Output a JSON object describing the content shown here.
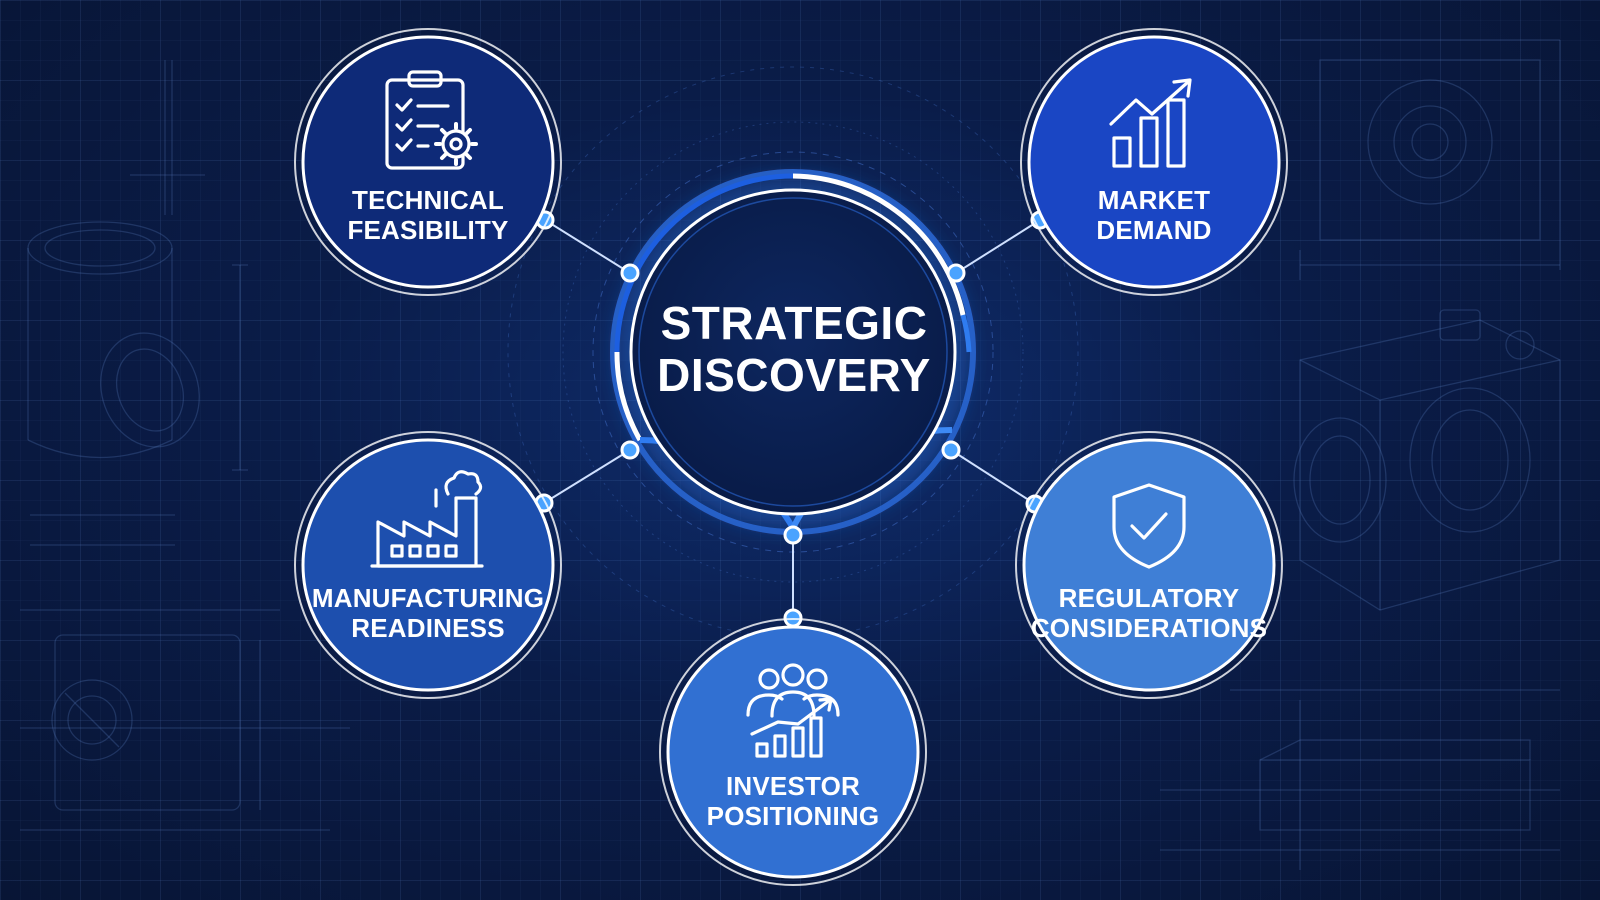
{
  "center": {
    "line1": "STRATEGIC",
    "line2": "DISCOVERY"
  },
  "nodes": {
    "technical_feasibility": {
      "line1": "TECHNICAL",
      "line2": "FEASIBILITY",
      "icon": "clipboard-checklist-gear-icon",
      "fill": "#0e2a78"
    },
    "market_demand": {
      "line1": "MARKET",
      "line2": "DEMAND",
      "icon": "bar-chart-trend-arrow-icon",
      "fill": "#1a46c4"
    },
    "manufacturing_readiness": {
      "line1": "MANUFACTURING",
      "line2": "READINESS",
      "icon": "factory-icon",
      "fill": "#1d4fae"
    },
    "regulatory_considerations": {
      "line1": "REGULATORY",
      "line2": "CONSIDERATIONS",
      "icon": "shield-check-icon",
      "fill": "#3f7fd6"
    },
    "investor_positioning": {
      "line1": "INVESTOR",
      "line2": "POSITIONING",
      "icon": "people-growth-chart-icon",
      "fill": "#3170d2"
    }
  },
  "colors": {
    "background": "#0a1c48",
    "ring_white": "#ffffff",
    "ring_accent": "#2f7cf0",
    "connector": "#cfe0ff",
    "dot": "#4aa3ff"
  }
}
